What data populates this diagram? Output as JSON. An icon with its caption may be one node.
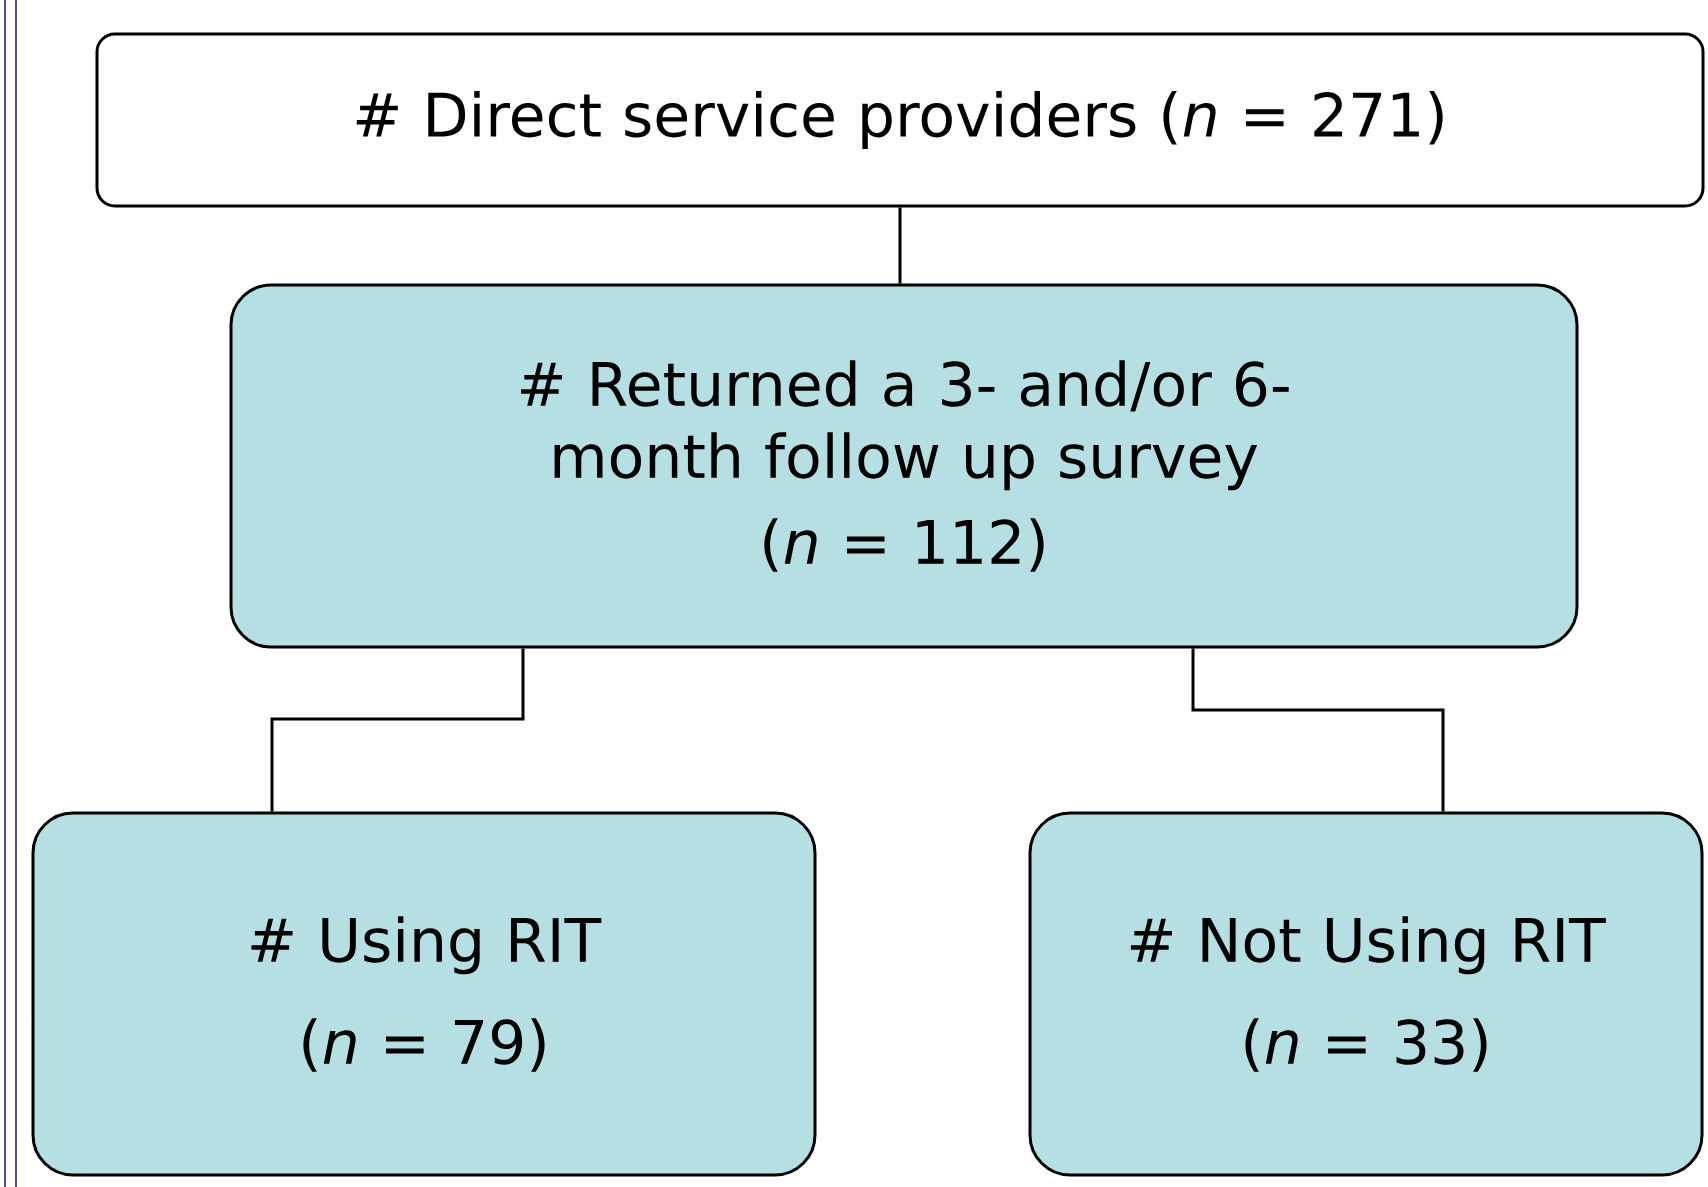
{
  "diagram": {
    "nodes": [
      {
        "text": [
          "# Direct service providers (*n* = 271)"
        ]
      },
      {
        "text": [
          "# Returned a 3- and/or 6-month follow up survey",
          "(*n* = 112)"
        ]
      },
      {
        "text": [
          "# Using RIT",
          "(*n* = 79)"
        ]
      },
      {
        "text": [
          "# Not Using RIT",
          "(*n* = 33)"
        ]
      }
    ],
    "edges": [
      {
        "from": 0,
        "to": 1,
        "arrow": "none"
      },
      {
        "from": 1,
        "to": 2,
        "arrow": "none"
      },
      {
        "from": 1,
        "to": 3,
        "arrow": "none"
      }
    ]
  }
}
